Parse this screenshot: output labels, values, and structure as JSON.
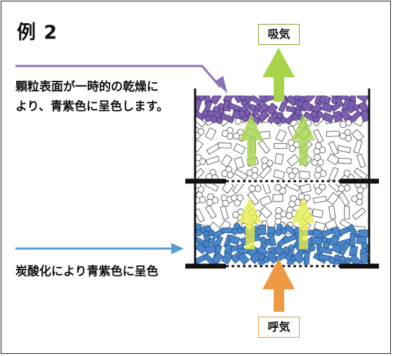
{
  "title": "例 2",
  "annotations": {
    "surface_drying_line1": "顆粒表面が一時的の乾燥に",
    "surface_drying_line2": "より、青紫色に呈色します。",
    "carbonation": "炭酸化により青紫色に呈色"
  },
  "labels": {
    "inhale": "吸気",
    "exhale": "呼気"
  },
  "colors": {
    "frame": "#222222",
    "purple_arrow": "#8a73b5",
    "purple_granule": "#7d5fb0",
    "blue_arrow": "#5b9bd5",
    "blue_granule": "#4a86c8",
    "green_arrow": "#a7d44a",
    "yellow_arrow": "#e6ec4c",
    "orange_arrow": "#ee9a45"
  },
  "icons": [
    "inhale-arrow-icon",
    "exhale-arrow-icon",
    "purple-pointer-arrow-icon",
    "blue-pointer-arrow-icon"
  ]
}
